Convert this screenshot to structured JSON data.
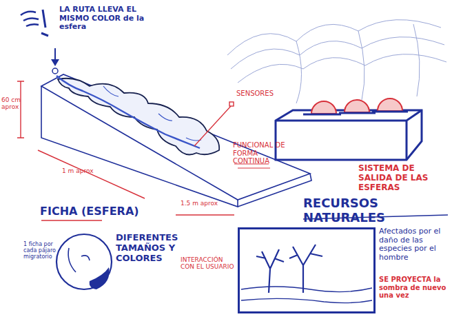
{
  "diagram": {
    "nodes": [
      {
        "text": [
          "SISTEMA DE SALIDA DE LAS ESFERAS"
        ]
      },
      {
        "text": [
          "RECURSOS NATURALES"
        ]
      }
    ],
    "labels": [
      "LA RUTA LLEVA EL MISMO COLOR de la esfera",
      "60 cm aprox",
      "SENSORES",
      "1 m aprox",
      "1.5 m aprox",
      "FUNCIONAL DE FORMA CONTINUA",
      "FICHA (ESFERA)",
      "1 ficha por cada pájaro migratorio",
      "DIFERENTES TAMAÑOS Y COLORES",
      "INTERACCIÓN CON EL USUARIO",
      "Afectados por el daño de las especies por el hombre",
      "SE PROYECTA la sombra de nuevo una vez"
    ]
  }
}
